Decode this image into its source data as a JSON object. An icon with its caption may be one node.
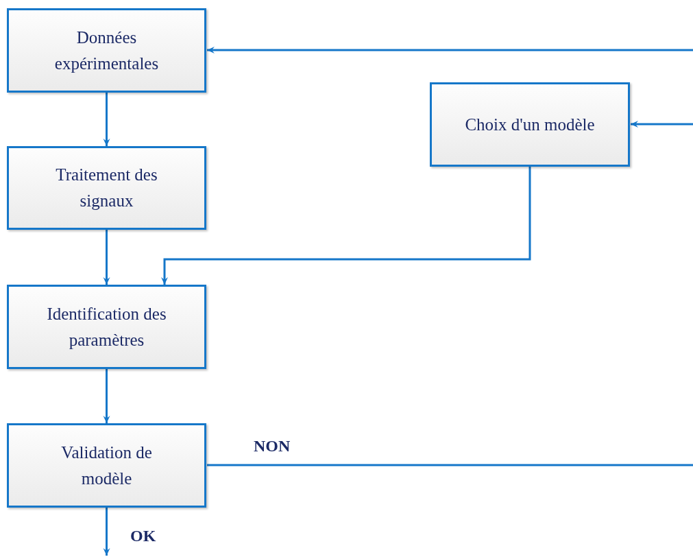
{
  "diagram": {
    "nodes": [
      {
        "text": [
          "Données expérimentales"
        ]
      },
      {
        "text": [
          "Choix d'un modèle"
        ]
      },
      {
        "text": [
          "Traitement des signaux"
        ]
      },
      {
        "text": [
          "Identification des paramètres"
        ]
      },
      {
        "text": [
          "Validation de modèle"
        ]
      }
    ],
    "edges": [
      {
        "from": 0,
        "to": 2,
        "arrow": "to"
      },
      {
        "from": 2,
        "to": 3,
        "arrow": "to"
      },
      {
        "from": 1,
        "to": 3,
        "arrow": "to"
      },
      {
        "from": 3,
        "to": 4,
        "arrow": "to"
      },
      {
        "from": 4,
        "to": null,
        "arrow": "none",
        "label": "NON"
      },
      {
        "from": null,
        "to": 0,
        "arrow": "to"
      },
      {
        "from": null,
        "to": 1,
        "arrow": "to"
      },
      {
        "from": 4,
        "to": null,
        "arrow": "to",
        "label": "OK"
      }
    ]
  }
}
